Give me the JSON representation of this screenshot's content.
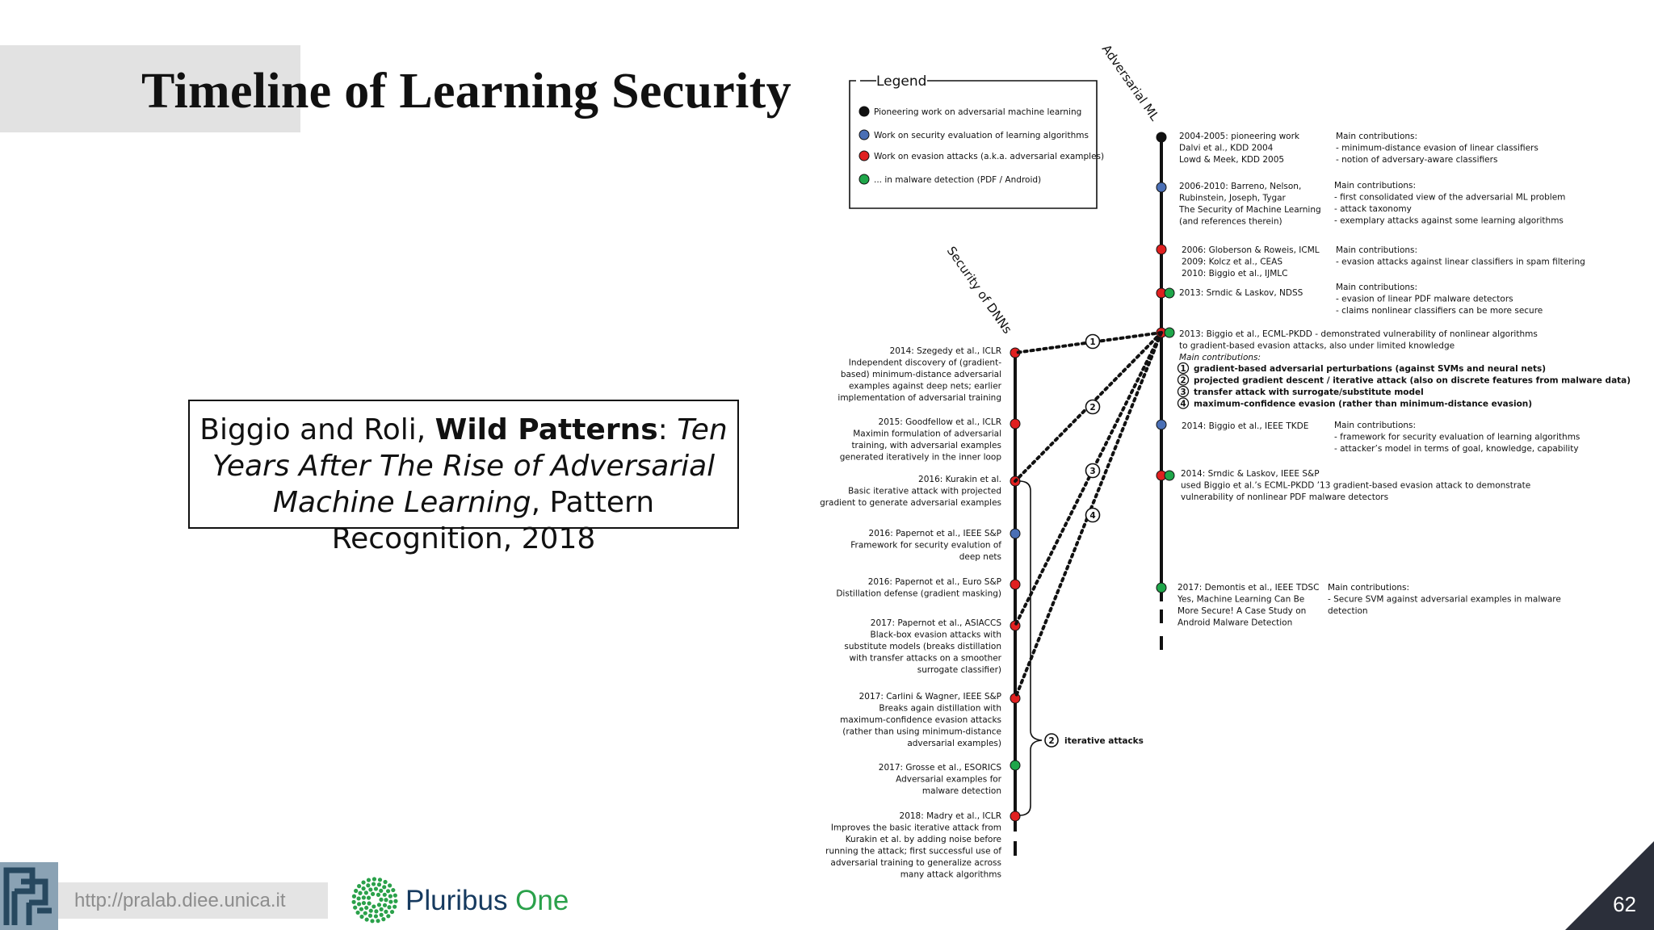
{
  "slide": {
    "title": "Timeline of Learning Security",
    "page_number": "62",
    "url": "http://pralab.diee.unica.it",
    "brand_main": "Pluribus ",
    "brand_one": "One"
  },
  "citation": {
    "authors": "Biggio and Roli, ",
    "paper_bold": "Wild Patterns",
    "sep": ": ",
    "subtitle_italic": "Ten Years After The Rise of Adversarial Machine Learning",
    "venue": ", Pattern Recognition, 2018"
  },
  "colors": {
    "black": "#111111",
    "blue": "#4a6fb5",
    "red": "#e02020",
    "green": "#1fa64a"
  },
  "legend": {
    "title": "Legend",
    "items": [
      {
        "color": "black",
        "label": "Pioneering work on adversarial machine learning"
      },
      {
        "color": "blue",
        "label": "Work on security evaluation of learning algorithms"
      },
      {
        "color": "red",
        "label": "Work on evasion attacks  (a.k.a. adversarial examples)"
      },
      {
        "color": "green",
        "label": "... in malware detection (PDF / Android)"
      }
    ]
  },
  "axes": {
    "right": "Adversarial ML",
    "left": "Security of DNNs"
  },
  "right_events": [
    {
      "colors": [
        "black"
      ],
      "lines": [
        "2004-2005: pioneering work",
        "Dalvi et al., KDD 2004",
        "Lowd & Meek, KDD 2005"
      ],
      "contrib": [
        "Main contributions:",
        "-   minimum-distance evasion of linear classifiers",
        "-   notion of adversary-aware classifiers"
      ]
    },
    {
      "colors": [
        "blue"
      ],
      "lines": [
        "2006-2010: Barreno, Nelson,",
        "Rubinstein, Joseph, Tygar",
        "The Security of Machine Learning",
        "(and references therein)"
      ],
      "contrib": [
        "Main contributions:",
        "-   first consolidated view of the adversarial ML problem",
        "-   attack taxonomy",
        "-   exemplary attacks against some learning algorithms"
      ]
    },
    {
      "colors": [
        "red"
      ],
      "lines": [
        "2006: Globerson & Roweis, ICML",
        "2009: Kolcz et al., CEAS",
        "2010: Biggio et al., IJMLC"
      ],
      "contrib": [
        "Main contributions:",
        "-   evasion attacks against linear classifiers in spam filtering"
      ]
    },
    {
      "colors": [
        "red",
        "green"
      ],
      "lines": [
        "2013: Srndic & Laskov, NDSS"
      ],
      "contrib": [
        "Main contributions:",
        "-   evasion of linear PDF malware detectors",
        "-   claims nonlinear classifiers can be more secure"
      ]
    },
    {
      "colors": [
        "red",
        "green"
      ],
      "lines": [
        "2013: Biggio et al., ECML-PKDD - demonstrated vulnerability of nonlinear algorithms",
        "to gradient-based evasion attacks, also under limited knowledge",
        "Main contributions:"
      ],
      "numbered": [
        {
          "n": "1",
          "text": "gradient-based adversarial perturbations (against SVMs and neural nets)"
        },
        {
          "n": "2",
          "text": "projected gradient descent / iterative attack (also on discrete features from malware data)"
        },
        {
          "n": "3",
          "text": "transfer attack with surrogate/substitute model"
        },
        {
          "n": "4",
          "text": "maximum-confidence evasion (rather than minimum-distance evasion)"
        }
      ]
    },
    {
      "colors": [
        "blue"
      ],
      "lines": [
        "2014: Biggio et al., IEEE TKDE"
      ],
      "contrib": [
        "Main contributions:",
        "-   framework for security evaluation of learning algorithms",
        "-   attacker’s model in terms of goal, knowledge, capability"
      ]
    },
    {
      "colors": [
        "red",
        "green"
      ],
      "lines": [
        "2014: Srndic & Laskov, IEEE S&P",
        "used Biggio et al.’s ECML-PKDD ’13 gradient-based evasion attack to demonstrate",
        "vulnerability of nonlinear PDF malware detectors"
      ]
    },
    {
      "colors": [
        "green"
      ],
      "lines": [
        "2017: Demontis et al., IEEE TDSC",
        "Yes, Machine Learning Can Be",
        "More Secure! A Case Study on",
        "Android Malware Detection"
      ],
      "contrib": [
        "Main contributions:",
        "-   Secure SVM against adversarial examples in malware",
        "     detection"
      ]
    }
  ],
  "left_events": [
    {
      "color": "red",
      "lines": [
        "2014: Szegedy et al., ICLR",
        "Independent discovery of (gradient-",
        "based) minimum-distance adversarial",
        "examples against deep nets; earlier",
        "implementation of adversarial training"
      ]
    },
    {
      "color": "red",
      "lines": [
        "2015: Goodfellow et al., ICLR",
        "Maximin formulation of adversarial",
        "training, with adversarial examples",
        "generated iteratively in the inner loop"
      ]
    },
    {
      "color": "red",
      "lines": [
        "2016: Kurakin et al.",
        "Basic iterative attack with projected",
        "gradient to generate adversarial examples"
      ]
    },
    {
      "color": "blue",
      "lines": [
        "2016: Papernot et al., IEEE S&P",
        "Framework for security evalution of",
        "deep nets"
      ]
    },
    {
      "color": "red",
      "lines": [
        "2016: Papernot et al., Euro S&P",
        "Distillation defense (gradient masking)"
      ]
    },
    {
      "color": "red",
      "lines": [
        "2017: Papernot et al., ASIACCS",
        "Black-box evasion attacks with",
        "substitute models (breaks distillation",
        "with transfer attacks on a smoother",
        "surrogate classifier)"
      ]
    },
    {
      "color": "red",
      "lines": [
        "2017: Carlini & Wagner, IEEE S&P",
        "Breaks again distillation with",
        "maximum-confidence evasion attacks",
        "(rather than using minimum-distance",
        "adversarial examples)"
      ]
    },
    {
      "color": "green",
      "lines": [
        "2017: Grosse et al., ESORICS",
        "Adversarial examples for",
        "malware detection"
      ]
    },
    {
      "color": "red",
      "lines": [
        "2018: Madry et al., ICLR",
        "Improves the basic iterative attack from",
        "Kurakin et al. by adding noise before",
        "running the attack; first successful use of",
        "adversarial training to generalize across",
        "many attack algorithms"
      ]
    }
  ],
  "links": [
    {
      "n": "1"
    },
    {
      "n": "2"
    },
    {
      "n": "3"
    },
    {
      "n": "4"
    }
  ],
  "brace_label": {
    "n": "2",
    "text": "iterative attacks"
  }
}
